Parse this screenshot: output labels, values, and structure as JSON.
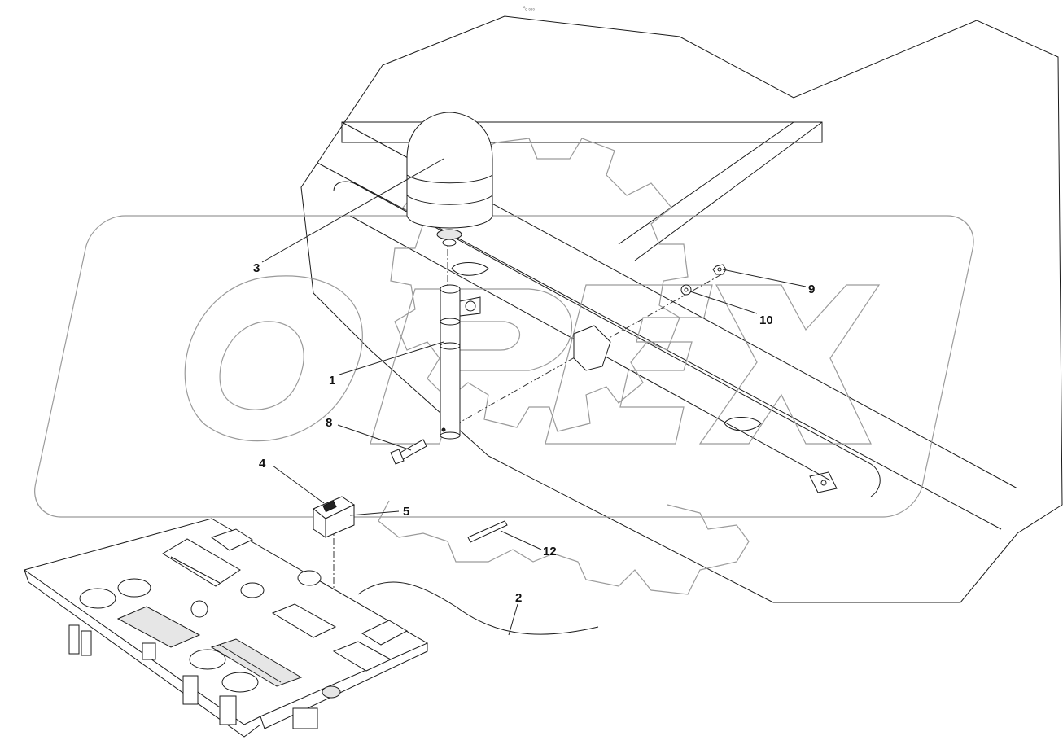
{
  "drawing_ref": "⁰ₒ ₀₀₀",
  "watermark_text": "OPEX",
  "callouts": {
    "c1": "1",
    "c2": "2",
    "c3": "3",
    "c4": "4",
    "c5": "5",
    "c8": "8",
    "c9": "9",
    "c10": "10",
    "c12": "12"
  },
  "icons": {
    "beacon": "rotating-beacon-icon",
    "mast": "beacon-mast-icon",
    "switch": "rocker-switch-icon",
    "panel": "control-panel-icon",
    "bolt": "screw-icon",
    "nut": "nut-icon",
    "washer": "washer-icon",
    "pin": "pin-icon",
    "cable": "cable-icon"
  }
}
